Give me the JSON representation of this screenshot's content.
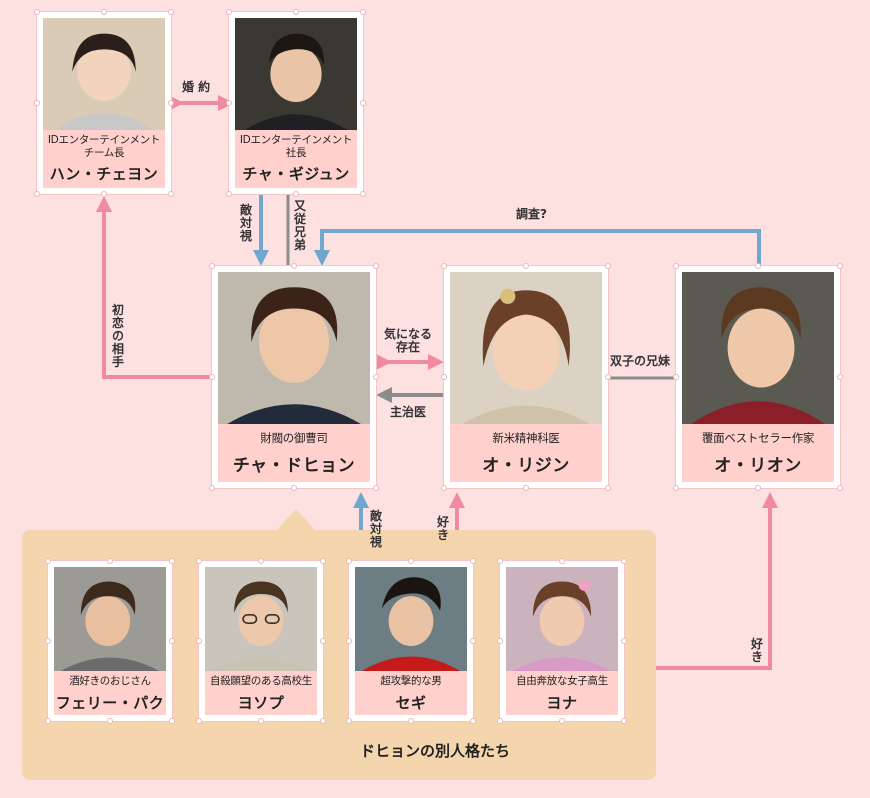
{
  "characters": {
    "han": {
      "sub": "IDエンターテインメント\nチーム長",
      "name": "ハン・チェヨン"
    },
    "gijun": {
      "sub": "IDエンターテインメント\n社長",
      "name": "チャ・ギジュン"
    },
    "dohyon": {
      "sub": "財閥の御曹司",
      "name": "チャ・ドヒョン"
    },
    "rijin": {
      "sub": "新米精神科医",
      "name": "オ・リジン"
    },
    "rion": {
      "sub": "覆面ベストセラー作家",
      "name": "オ・リオン"
    },
    "ferry": {
      "sub": "酒好きのおじさん",
      "name": "フェリー・パク"
    },
    "yoseop": {
      "sub": "自殺願望のある高校生",
      "name": "ヨソプ"
    },
    "segi": {
      "sub": "超攻撃的な男",
      "name": "セギ"
    },
    "yona": {
      "sub": "自由奔放な女子高生",
      "name": "ヨナ"
    }
  },
  "relations": {
    "engaged": "婚 約",
    "rival1": "敵対視",
    "cousin": "又従兄弟",
    "investigate": "調査?",
    "first_love": "初恋の相手",
    "concern": "気になる\n存在",
    "doctor": "主治医",
    "twins": "双子の兄妹",
    "rival2": "敵対視",
    "like1": "好き",
    "like2": "好き"
  },
  "panel_title": "ドヒョンの別人格たち",
  "colors": {
    "pink_arrow": "#f08aa0",
    "blue_arrow": "#6fa8cc",
    "gray_arrow": "#8c8c8c",
    "panel": "#f5d5ae",
    "caption": "#ffd0cc"
  }
}
